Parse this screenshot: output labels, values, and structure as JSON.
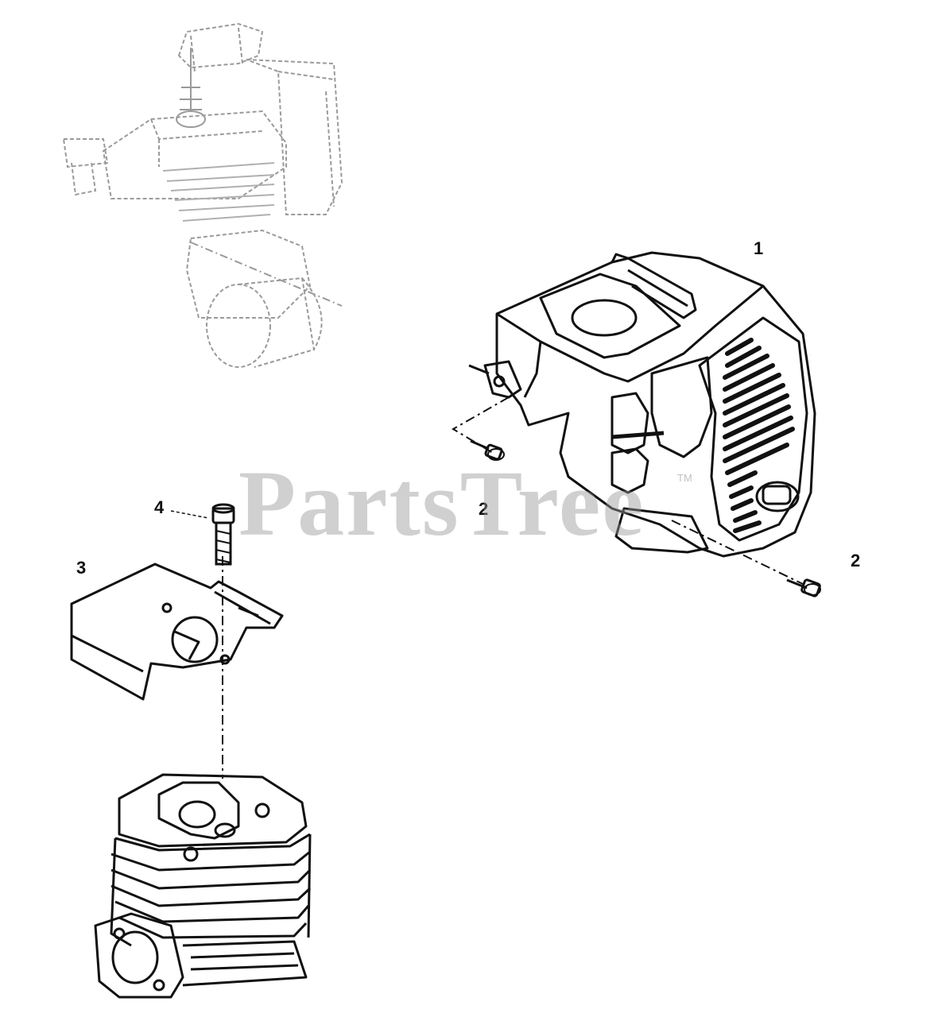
{
  "diagram": {
    "parts": [
      {
        "id": "cover",
        "callout": "1"
      },
      {
        "id": "screw-left",
        "callout": "2"
      },
      {
        "id": "screw-right",
        "callout": "2"
      },
      {
        "id": "shield",
        "callout": "3"
      },
      {
        "id": "bolt",
        "callout": "4"
      }
    ],
    "watermark": {
      "text": "PartsTree",
      "trademark": "TM"
    },
    "colors": {
      "ink": "#111111",
      "faded_ink": "#9a9a9a",
      "watermark": "#969696",
      "background": "#ffffff"
    }
  }
}
